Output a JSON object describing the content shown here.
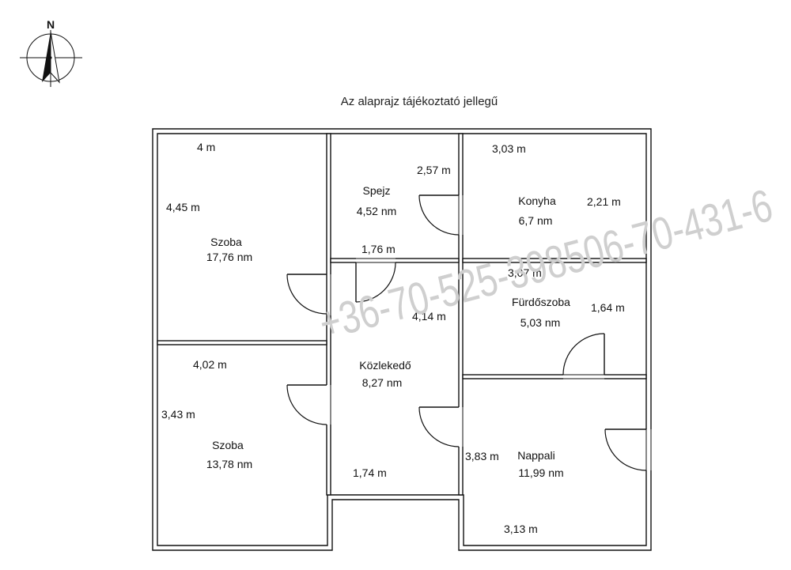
{
  "compass": {
    "north_label": "N",
    "icon": "north-arrow-icon"
  },
  "title": "Az alaprajz tájékoztató jellegű",
  "watermark": "+36-70-525-398506-70-431-6",
  "rooms": {
    "szoba_top": {
      "name": "Szoba",
      "area": "17,76 nm",
      "dims": [
        "4 m",
        "4,45 m"
      ]
    },
    "spejz": {
      "name": "Spejz",
      "area": "4,52 nm",
      "dims": [
        "2,57 m",
        "1,76 m"
      ]
    },
    "konyha": {
      "name": "Konyha",
      "area": "6,7 nm",
      "dims": [
        "3,03 m",
        "2,21 m"
      ]
    },
    "furdoszoba": {
      "name": "Fürdőszoba",
      "area": "5,03 nm",
      "dims": [
        "3,07 m",
        "1,64 m"
      ]
    },
    "kozlekedo": {
      "name": "Közlekedő",
      "area": "8,27 nm",
      "dims": [
        "4,14 m",
        "1,74 m"
      ]
    },
    "szoba_bottom": {
      "name": "Szoba",
      "area": "13,78 nm",
      "dims": [
        "4,02 m",
        "3,43 m"
      ]
    },
    "nappali": {
      "name": "Nappali",
      "area": "11,99 nm",
      "dims": [
        "3,83 m",
        "3,13 m"
      ]
    }
  }
}
